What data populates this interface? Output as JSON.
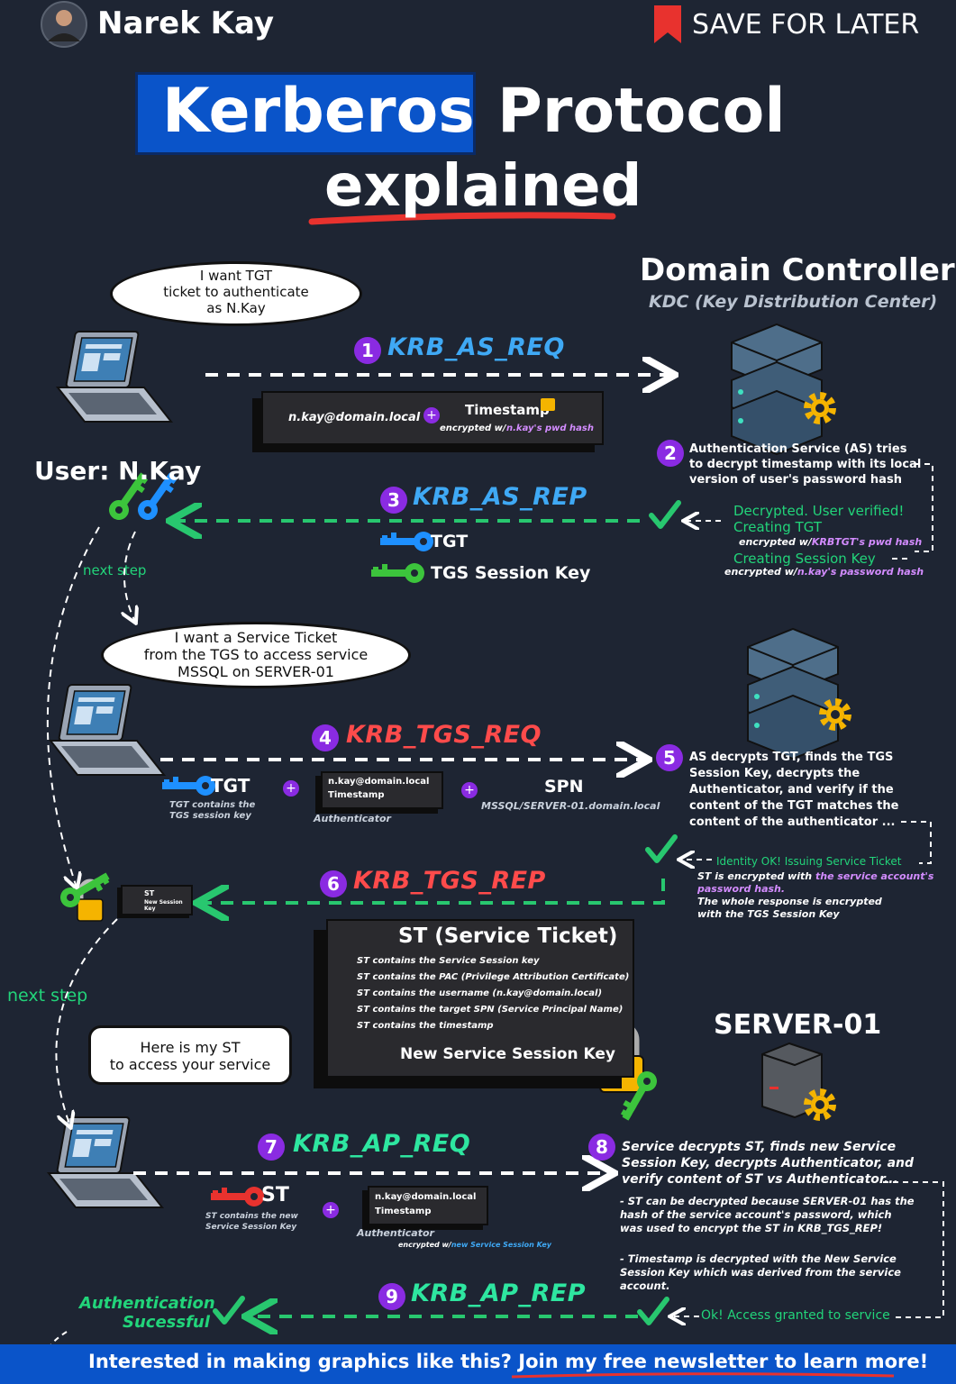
{
  "header": {
    "author": "Narek Kay",
    "save_label": "SAVE FOR LATER"
  },
  "title": {
    "word1": "Kerberos",
    "word2": "Protocol",
    "word3": "explained"
  },
  "dc": {
    "title": "Domain Controller",
    "subtitle": "KDC (Key Distribution Center)"
  },
  "user": {
    "label": "User: N.Kay",
    "next_step_1": "next step",
    "next_step_2": "next step"
  },
  "bubbles": {
    "b1": [
      "I want TGT",
      "ticket to authenticate",
      "as N.Kay"
    ],
    "b2": [
      "I want a Service Ticket",
      "from the TGS to access service",
      "MSSQL on SERVER-01"
    ],
    "b3": [
      "Here is my ST",
      "to access your service"
    ]
  },
  "steps": {
    "s1": {
      "num": "1",
      "label": "KRB_AS_REQ"
    },
    "s2": {
      "num": "2",
      "text": [
        "Authentication Service (AS) tries",
        "to decrypt timestamp with its local",
        "version of user's password hash"
      ]
    },
    "s3": {
      "num": "3",
      "label": "KRB_AS_REP"
    },
    "s4": {
      "num": "4",
      "label": "KRB_TGS_REQ"
    },
    "s5": {
      "num": "5",
      "text": [
        "AS decrypts TGT, finds the TGS",
        "Session Key, decrypts the",
        "Authenticator, and verify if the",
        "content of the TGT matches the",
        "content of the authenticator ..."
      ]
    },
    "s6": {
      "num": "6",
      "label": "KRB_TGS_REP"
    },
    "s7": {
      "num": "7",
      "label": "KRB_AP_REQ"
    },
    "s8": {
      "num": "8",
      "text": [
        "Service decrypts ST, finds new Service",
        "Session Key, decrypts Authenticator, and",
        "verify content of ST vs Authenticator..."
      ]
    },
    "s9": {
      "num": "9",
      "label": "KRB_AP_REP"
    }
  },
  "as_req_box": {
    "user": "n.kay@domain.local",
    "ts": "Timestamp",
    "enc_prefix": "encrypted w/",
    "enc_key": "n.kay's pwd hash"
  },
  "dc_results": {
    "verified": "Decrypted. User verified!",
    "creating_tgt": "Creating TGT",
    "enc1_prefix": "encrypted w/",
    "enc1_key": "KRBTGT's pwd hash",
    "creating_sk": "Creating Session Key",
    "enc2_prefix": "encrypted w/",
    "enc2_key": "n.kay's password hash"
  },
  "as_rep": {
    "tgt": "TGT",
    "tgs_key": "TGS Session Key"
  },
  "tgs_req": {
    "tgt": "TGT",
    "tgt_note": [
      "TGT contains the",
      "TGS session key"
    ],
    "auth_user": "n.kay@domain.local",
    "auth_ts": "Timestamp",
    "auth_label": "Authenticator",
    "spn": "SPN",
    "spn_value": "MSSQL/SERVER-01.domain.local"
  },
  "tgs_result": {
    "issuing": "Identity OK! Issuing Service Ticket",
    "line1_prefix": "ST is encrypted with",
    "line1_key": "the service account's",
    "line1_key2": "password hash.",
    "line2": "The whole response is encrypted",
    "line3": "with the TGS Session Key"
  },
  "mini_ticket": {
    "st": "ST",
    "sk": "New Session Key"
  },
  "st_box": {
    "title": "ST (Service Ticket)",
    "items": [
      "ST contains the Service Session key",
      "ST contains the PAC (Privilege Attribution Certificate)",
      "ST contains the username (n.kay@domain.local)",
      "ST contains the target SPN (Service Principal Name)",
      "ST contains the timestamp"
    ],
    "new_key": "New Service Session Key"
  },
  "server": {
    "title": "SERVER-01"
  },
  "ap_req": {
    "st": "ST",
    "st_note": [
      "ST contains the new",
      "Service Session Key"
    ],
    "auth_user": "n.kay@domain.local",
    "auth_ts": "Timestamp",
    "auth_label": "Authenticator",
    "enc_prefix": "encrypted w/",
    "enc_key": "new Service Session Key"
  },
  "s8_detail": {
    "p1": [
      "- ST can be decrypted because SERVER-01 has the",
      "hash of the service account's password, which",
      "was used to encrypt the ST in KRB_TGS_REP!"
    ],
    "p2": [
      "- Timestamp is decrypted with the New Service",
      "Session Key which was derived from the service",
      "account."
    ]
  },
  "ap_rep": {
    "granted": "Ok! Access granted to service",
    "success1": "Authentication",
    "success2": "Sucessful"
  },
  "footer": {
    "text1": "Interested in making graphics like this?",
    "link": "Join my free newsletter",
    "text2": "to learn more!"
  },
  "colors": {
    "background": "#1e2533",
    "accent_blue": "#0a54c9",
    "purple": "#8a2be2",
    "green_arrow": "#28c76f",
    "red_key": "#e8322e",
    "blue_key": "#1e90ff",
    "green_key": "#3cc43c"
  }
}
